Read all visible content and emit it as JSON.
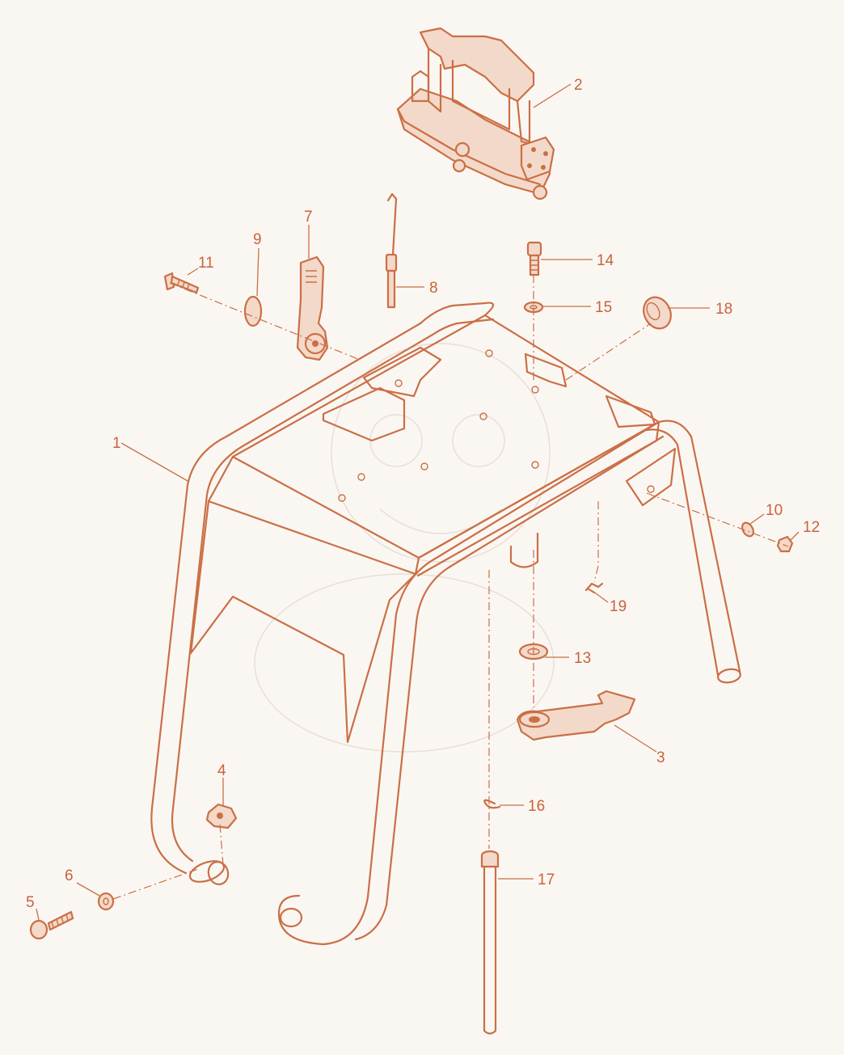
{
  "callouts": [
    {
      "id": "c1",
      "label": "1"
    },
    {
      "id": "c2",
      "label": "2"
    },
    {
      "id": "c3",
      "label": "3"
    },
    {
      "id": "c4",
      "label": "4"
    },
    {
      "id": "c5",
      "label": "5"
    },
    {
      "id": "c6",
      "label": "6"
    },
    {
      "id": "c7",
      "label": "7"
    },
    {
      "id": "c8",
      "label": "8"
    },
    {
      "id": "c9",
      "label": "9"
    },
    {
      "id": "c10",
      "label": "10"
    },
    {
      "id": "c11",
      "label": "11"
    },
    {
      "id": "c12",
      "label": "12"
    },
    {
      "id": "c13",
      "label": "13"
    },
    {
      "id": "c14",
      "label": "14"
    },
    {
      "id": "c15",
      "label": "15"
    },
    {
      "id": "c16",
      "label": "16"
    },
    {
      "id": "c17",
      "label": "17"
    },
    {
      "id": "c18",
      "label": "18"
    },
    {
      "id": "c19",
      "label": "19"
    }
  ],
  "colors": {
    "line": "#cb6f45",
    "background": "#faf7f3"
  }
}
